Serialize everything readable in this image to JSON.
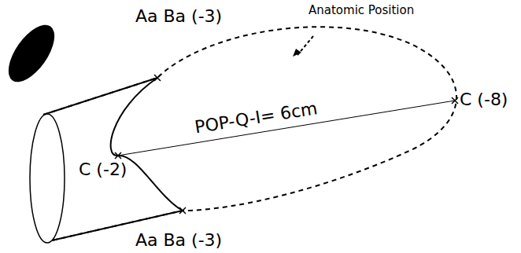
{
  "diagram": {
    "labels": [
      "Anatomic Position",
      "Aa Ba (-3)",
      "C (-2)",
      "POP-Q-I= 6cm",
      "C (-8)",
      "Aa Ba (-3)"
    ]
  }
}
